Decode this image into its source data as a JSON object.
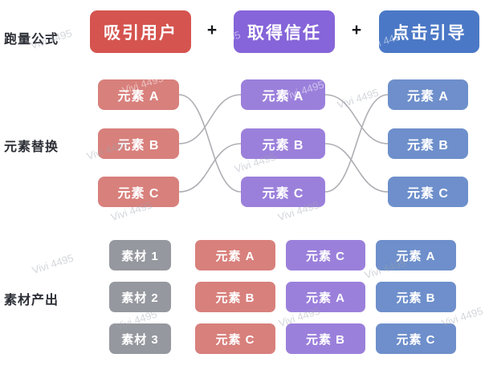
{
  "watermark": {
    "text": "Vivi 4495"
  },
  "formula": {
    "label": "跑量公式",
    "plus": "+",
    "steps": [
      {
        "name": "attract-users",
        "text": "吸引用户",
        "color": "#d5544f"
      },
      {
        "name": "gain-trust",
        "text": "取得信任",
        "color": "#8565d9"
      },
      {
        "name": "click-guide",
        "text": "点击引导",
        "color": "#4b78c6"
      }
    ]
  },
  "element_replacement": {
    "label": "元素替换",
    "columns": [
      {
        "group": "attract-users",
        "color": "#d8807c",
        "items": [
          "元素 A",
          "元素 B",
          "元素 C"
        ]
      },
      {
        "group": "gain-trust",
        "color": "#9b80db",
        "items": [
          "元素 A",
          "元素 B",
          "元素 C"
        ]
      },
      {
        "group": "click-guide",
        "color": "#6e8fcb",
        "items": [
          "元素 A",
          "元素 B",
          "元素 C"
        ]
      }
    ],
    "connections": [
      {
        "from": "col1-A",
        "to": "col2-C"
      },
      {
        "from": "col1-B",
        "to": "col2-A"
      },
      {
        "from": "col1-C",
        "to": "col2-B"
      },
      {
        "from": "col2-A",
        "to": "col3-B"
      },
      {
        "from": "col2-B",
        "to": "col3-C"
      },
      {
        "from": "col2-C",
        "to": "col3-A"
      }
    ],
    "connector_color": "#aeaeb4"
  },
  "material_output": {
    "label": "素材产出",
    "material_color": "#95989e",
    "cell_colors": [
      "#d8807c",
      "#9b80db",
      "#6e8fcb"
    ],
    "rows": [
      {
        "material": "素材 1",
        "cells": [
          "元素 A",
          "元素 C",
          "元素 A"
        ]
      },
      {
        "material": "素材 2",
        "cells": [
          "元素 B",
          "元素 A",
          "元素 B"
        ]
      },
      {
        "material": "素材 3",
        "cells": [
          "元素 C",
          "元素 B",
          "元素 C"
        ]
      }
    ]
  }
}
